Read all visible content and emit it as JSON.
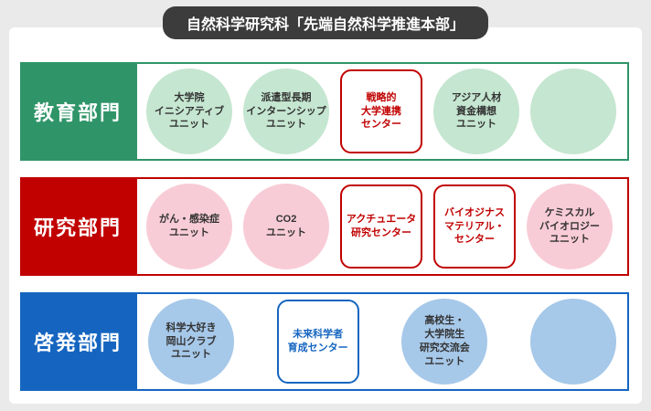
{
  "banner": {
    "title": "自然科学研究科「先端自然科学推進本部」"
  },
  "colors": {
    "banner_bg": "#3c3c3c",
    "education_green": "#2f9568",
    "education_circle_bg": "#c5e6d0",
    "research_red": "#c10000",
    "research_circle_bg": "#f8ccd6",
    "outreach_blue": "#1565c0",
    "outreach_circle_bg": "#a6c8e9",
    "center_box_red": "#c10000",
    "center_box_blue": "#1565c0"
  },
  "rows": [
    {
      "label": "教育部門",
      "items": [
        {
          "type": "circle",
          "text": "大学院\nイニシアティブ\nユニット"
        },
        {
          "type": "circle",
          "text": "派遣型長期\nインターンシップ\nユニット"
        },
        {
          "type": "center-box",
          "text": "戦略的\n大学連携\nセンター"
        },
        {
          "type": "circle",
          "text": "アジア人材\n資金構想\nユニット"
        },
        {
          "type": "circle-empty",
          "text": ""
        }
      ]
    },
    {
      "label": "研究部門",
      "items": [
        {
          "type": "circle",
          "text": "がん・感染症\nユニット"
        },
        {
          "type": "circle",
          "text": "CO2\nユニット"
        },
        {
          "type": "center-box",
          "text": "アクチュエータ\n研究センター"
        },
        {
          "type": "center-box",
          "text": "バイオジナス\nマテリアル・\nセンター"
        },
        {
          "type": "circle",
          "text": "ケミスカル\nバイオロジー\nユニット"
        }
      ]
    },
    {
      "label": "啓発部門",
      "items": [
        {
          "type": "circle",
          "text": "科学大好き\n岡山クラブ\nユニット"
        },
        {
          "type": "center-box",
          "text": "未来科学者\n育成センター"
        },
        {
          "type": "circle",
          "text": "高校生・\n大学院生\n研究交流会\nユニット"
        },
        {
          "type": "circle-empty",
          "text": ""
        }
      ]
    }
  ]
}
